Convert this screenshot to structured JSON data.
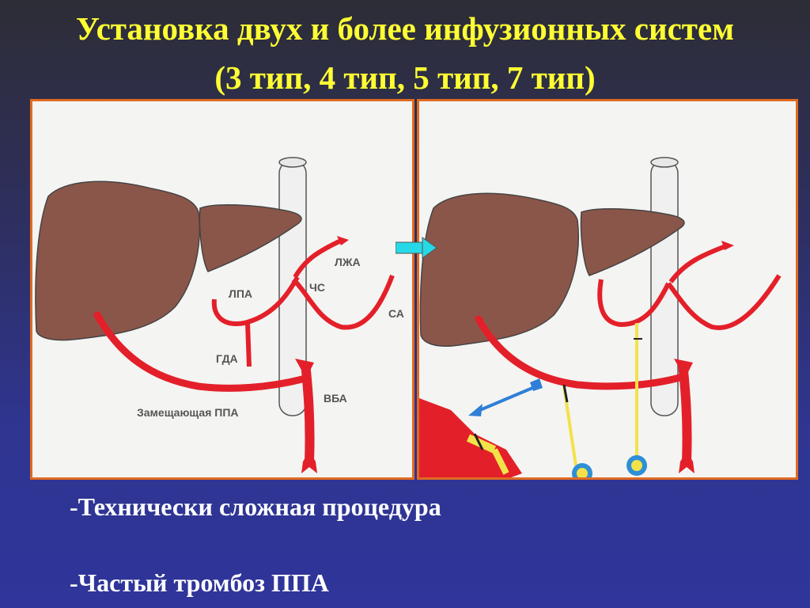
{
  "slide": {
    "title_line1": "Установка двух и более инфузионных систем",
    "title_line2": "(3 тип, 4 тип, 5 тип, 7 тип)",
    "bullets": [
      "-Технически сложная процедура",
      "-Частый тромбоз ППА"
    ]
  },
  "diagram": {
    "labels": {
      "ljA": "ЛЖА",
      "lpa": "ЛПА",
      "chs": "ЧС",
      "sa": "СА",
      "gda": "ГДА",
      "vba": "ВБА",
      "ppa": "Замещающая ППА"
    },
    "colors": {
      "liver": "#8b564a",
      "artery": "#e3202a",
      "aorta": "#f0f0f0",
      "catheter": "#f2e24a",
      "arrow_right": "#27d9e6",
      "arrow_blue": "#2f7fd6",
      "port_ring": "#2f8fd6",
      "panel_border": "#e06b21",
      "title": "#ffff33"
    }
  }
}
